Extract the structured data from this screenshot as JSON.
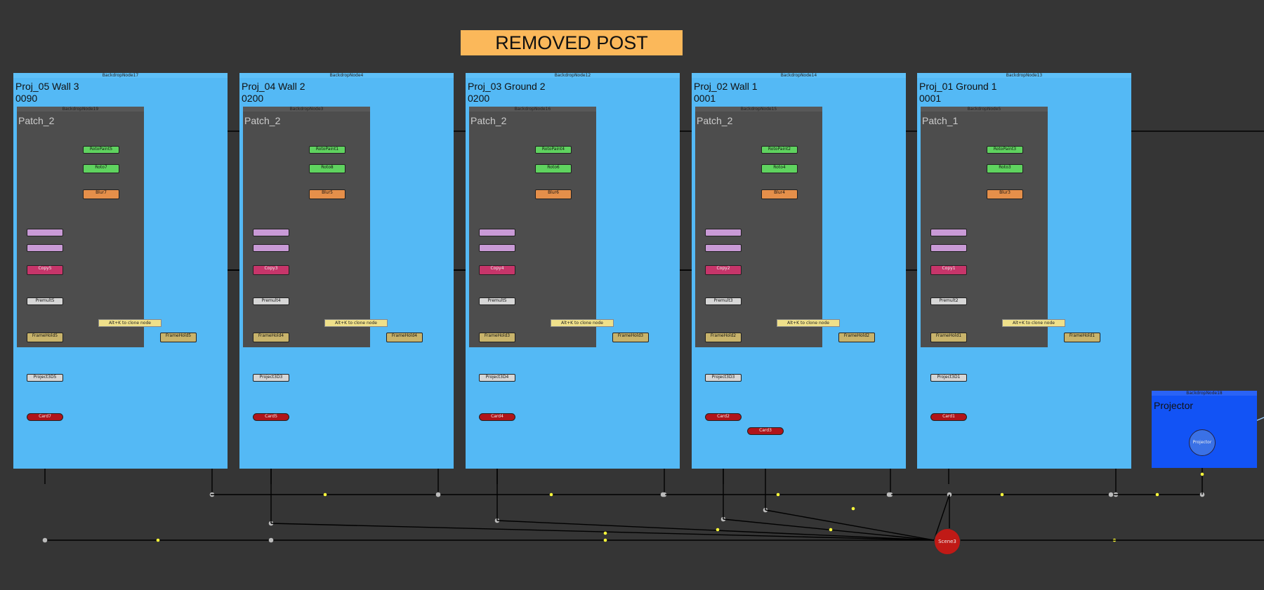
{
  "sticky_note": "REMOVED POST",
  "clone_hint": "Alt+K to clone node",
  "backdrops": [
    {
      "header": "BackdropNode17",
      "title": "Proj_05 Wall 3",
      "frame": "0090",
      "inner_header": "BackdropNode19",
      "patch": "Patch_2",
      "nodes": {
        "paint": "RotoPaint5",
        "roto": "Roto7",
        "blur": "Blur7",
        "cross1": "",
        "cross2": "",
        "copy": "Copy5",
        "premult": "Premult5",
        "fh1": "FrameHold5",
        "fh2": "FrameHold5",
        "project": "Project3D5",
        "card": "Card7"
      }
    },
    {
      "header": "BackdropNode4",
      "title": "Proj_04 Wall 2",
      "frame": "0200",
      "inner_header": "BackdropNode3",
      "patch": "Patch_2",
      "nodes": {
        "paint": "RotoPaint1",
        "roto": "Roto8",
        "blur": "Blur5",
        "cross1": "",
        "cross2": "",
        "copy": "Copy3",
        "premult": "Premult4",
        "fh1": "FrameHold4",
        "fh2": "FrameHold4",
        "project": "Project3D3",
        "card": "Card5"
      }
    },
    {
      "header": "BackdropNode12",
      "title": "Proj_03 Ground 2",
      "frame": "0200",
      "inner_header": "BackdropNode16",
      "patch": "Patch_2",
      "nodes": {
        "paint": "RotoPaint4",
        "roto": "Roto6",
        "blur": "Blur6",
        "cross1": "",
        "cross2": "",
        "copy": "Copy4",
        "premult": "Premult5",
        "fh1": "FrameHold3",
        "fh2": "FrameHold3",
        "project": "Project3D4",
        "card": "Card4"
      }
    },
    {
      "header": "BackdropNode14",
      "title": "Proj_02 Wall 1",
      "frame": "0001",
      "inner_header": "BackdropNode15",
      "patch": "Patch_2",
      "nodes": {
        "paint": "RotoPaint2",
        "roto": "Roto4",
        "blur": "Blur4",
        "cross1": "",
        "cross2": "",
        "copy": "Copy2",
        "premult": "Premult3",
        "fh1": "FrameHold2",
        "fh2": "FrameHold2",
        "project": "Project3D3",
        "card": "Card2",
        "card_extra": "Card3"
      }
    },
    {
      "header": "BackdropNode13",
      "title": "Proj_01 Ground 1",
      "frame": "0001",
      "inner_header": "BackdropNode5",
      "patch": "Patch_1",
      "nodes": {
        "paint": "RotoPaint3",
        "roto": "Roto3",
        "blur": "Blur3",
        "cross1": "",
        "cross2": "",
        "copy": "Copy1",
        "premult": "Premult2",
        "fh1": "FrameHold1",
        "fh2": "FrameHold1",
        "project": "Project3D1",
        "card": "Card1"
      }
    }
  ],
  "projector": {
    "header": "BackdropNode18",
    "title": "Projector",
    "node": "Projector"
  },
  "scene_node": "Scene3",
  "colors": {
    "canvas": "#353535",
    "backdrop": "#54b9f5",
    "inner": "#4d4d4d",
    "projector": "#1253f5",
    "sticky": "#fbb85a",
    "edge": "#000000",
    "dot": "#ffff3a"
  }
}
